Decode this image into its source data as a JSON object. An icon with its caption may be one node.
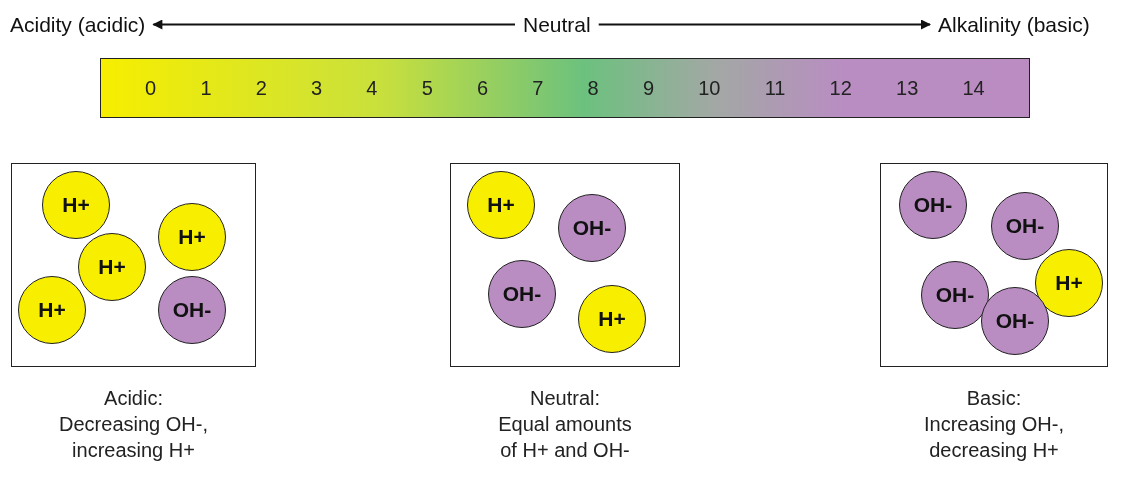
{
  "diagram": {
    "nodes": [
      {
        "text": [
          "Acidity (acidic)"
        ]
      },
      {
        "text": [
          "Neutral"
        ]
      },
      {
        "text": [
          "Alkalinity (basic)"
        ]
      },
      {
        "text": [
          "0",
          "1",
          "2",
          "3",
          "4",
          "5",
          "6",
          "7",
          "8",
          "9",
          "10",
          "11",
          "12",
          "13",
          "14"
        ]
      },
      {
        "text": [],
        "shape": "box",
        "beside": [
          "Acidic:",
          "Decreasing OH-, increasing H+"
        ]
      },
      {
        "text": [
          "H+"
        ],
        "in": 4
      },
      {
        "text": [
          "H+"
        ],
        "in": 4
      },
      {
        "text": [
          "H+"
        ],
        "in": 4
      },
      {
        "text": [
          "H+"
        ],
        "in": 4
      },
      {
        "text": [
          "OH-"
        ],
        "in": 4
      },
      {
        "text": [],
        "shape": "box",
        "beside": [
          "Neutral:",
          "Equal amounts of H+ and OH-"
        ]
      },
      {
        "text": [
          "H+"
        ],
        "in": 10
      },
      {
        "text": [
          "OH-"
        ],
        "in": 10
      },
      {
        "text": [
          "OH-"
        ],
        "in": 10
      },
      {
        "text": [
          "H+"
        ],
        "in": 10
      },
      {
        "text": [],
        "shape": "box",
        "beside": [
          "Basic:",
          "Increasing OH-, decreasing H+"
        ]
      },
      {
        "text": [
          "OH-"
        ],
        "in": 15
      },
      {
        "text": [
          "OH-"
        ],
        "in": 15
      },
      {
        "text": [
          "OH-"
        ],
        "in": 15
      },
      {
        "text": [
          "H+"
        ],
        "in": 15
      },
      {
        "text": [
          "OH-"
        ],
        "in": 15
      }
    ],
    "edges": [
      {
        "from": 1,
        "to": 0,
        "arrow": "to"
      },
      {
        "from": 1,
        "to": 2,
        "arrow": "to"
      }
    ]
  }
}
